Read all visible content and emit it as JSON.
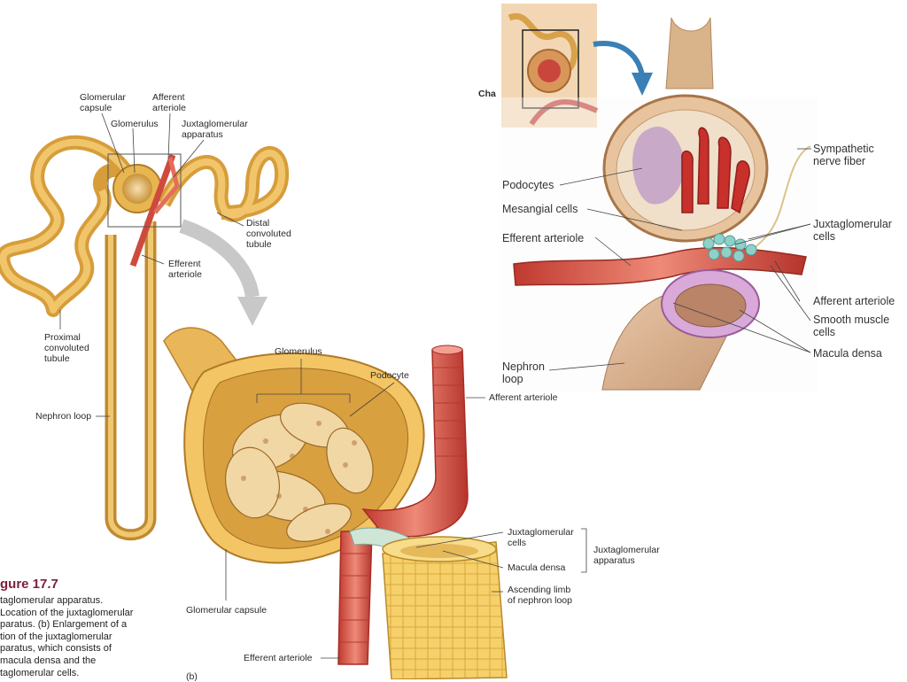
{
  "figure": {
    "title": "gure 17.7",
    "caption_lines": [
      "taglomerular apparatus.",
      "Location of the juxtaglomerular",
      "paratus. (b) Enlargement of a",
      "tion of the juxtaglomerular",
      "paratus, which consists of",
      "macula densa and the",
      "taglomerular cells."
    ],
    "panel_b_mark": "(b)"
  },
  "left_labels": {
    "glomerular_capsule": "Glomerular\ncapsule",
    "afferent_arteriole": "Afferent\narteriole",
    "glomerulus": "Glomerulus",
    "juxtaglomerular_apparatus": "Juxtaglomerular\napparatus",
    "distal_tubule": "Distal\nconvoluted\ntubule",
    "efferent_arteriole": "Efferent\narteriole",
    "proximal_tubule": "Proximal\nconvoluted\ntubule",
    "nephron_loop": "Nephron loop"
  },
  "center_labels": {
    "glomerulus": "Glomerulus",
    "podocyte": "Podocyte",
    "afferent_arteriole": "Afferent arteriole",
    "jg_cells": "Juxtaglomerular\ncells",
    "jg_apparatus": "Juxtaglomerular\napparatus",
    "macula_densa": "Macula densa",
    "ascending_limb": "Ascending limb\nof nephron loop",
    "glomerular_capsule": "Glomerular capsule",
    "efferent_arteriole": "Efferent arteriole"
  },
  "right_labels": {
    "chap": "Cha",
    "sympathetic_nerve": "Sympathetic\nnerve fiber",
    "podocytes": "Podocytes",
    "mesangial_cells": "Mesangial cells",
    "jg_cells": "Juxtaglomerular\ncells",
    "efferent_arteriole": "Efferent arteriole",
    "afferent_arteriole": "Afferent arteriole",
    "smooth_muscle": "Smooth muscle\ncells",
    "macula_densa": "Macula densa",
    "nephron_loop": "Nephron\nloop"
  },
  "colors": {
    "tubule": "#e8b24a",
    "tubule_dark": "#b9832a",
    "vessel": "#d9473f",
    "vessel_light": "#ec8b78",
    "capsule": "#f2c868",
    "macula": "#c993c9",
    "jg_cells": "#8fd0c8",
    "arrow_grey": "#c8c8c8",
    "arrow_blue": "#3a7fb5",
    "title_maroon": "#7b1f3a"
  }
}
